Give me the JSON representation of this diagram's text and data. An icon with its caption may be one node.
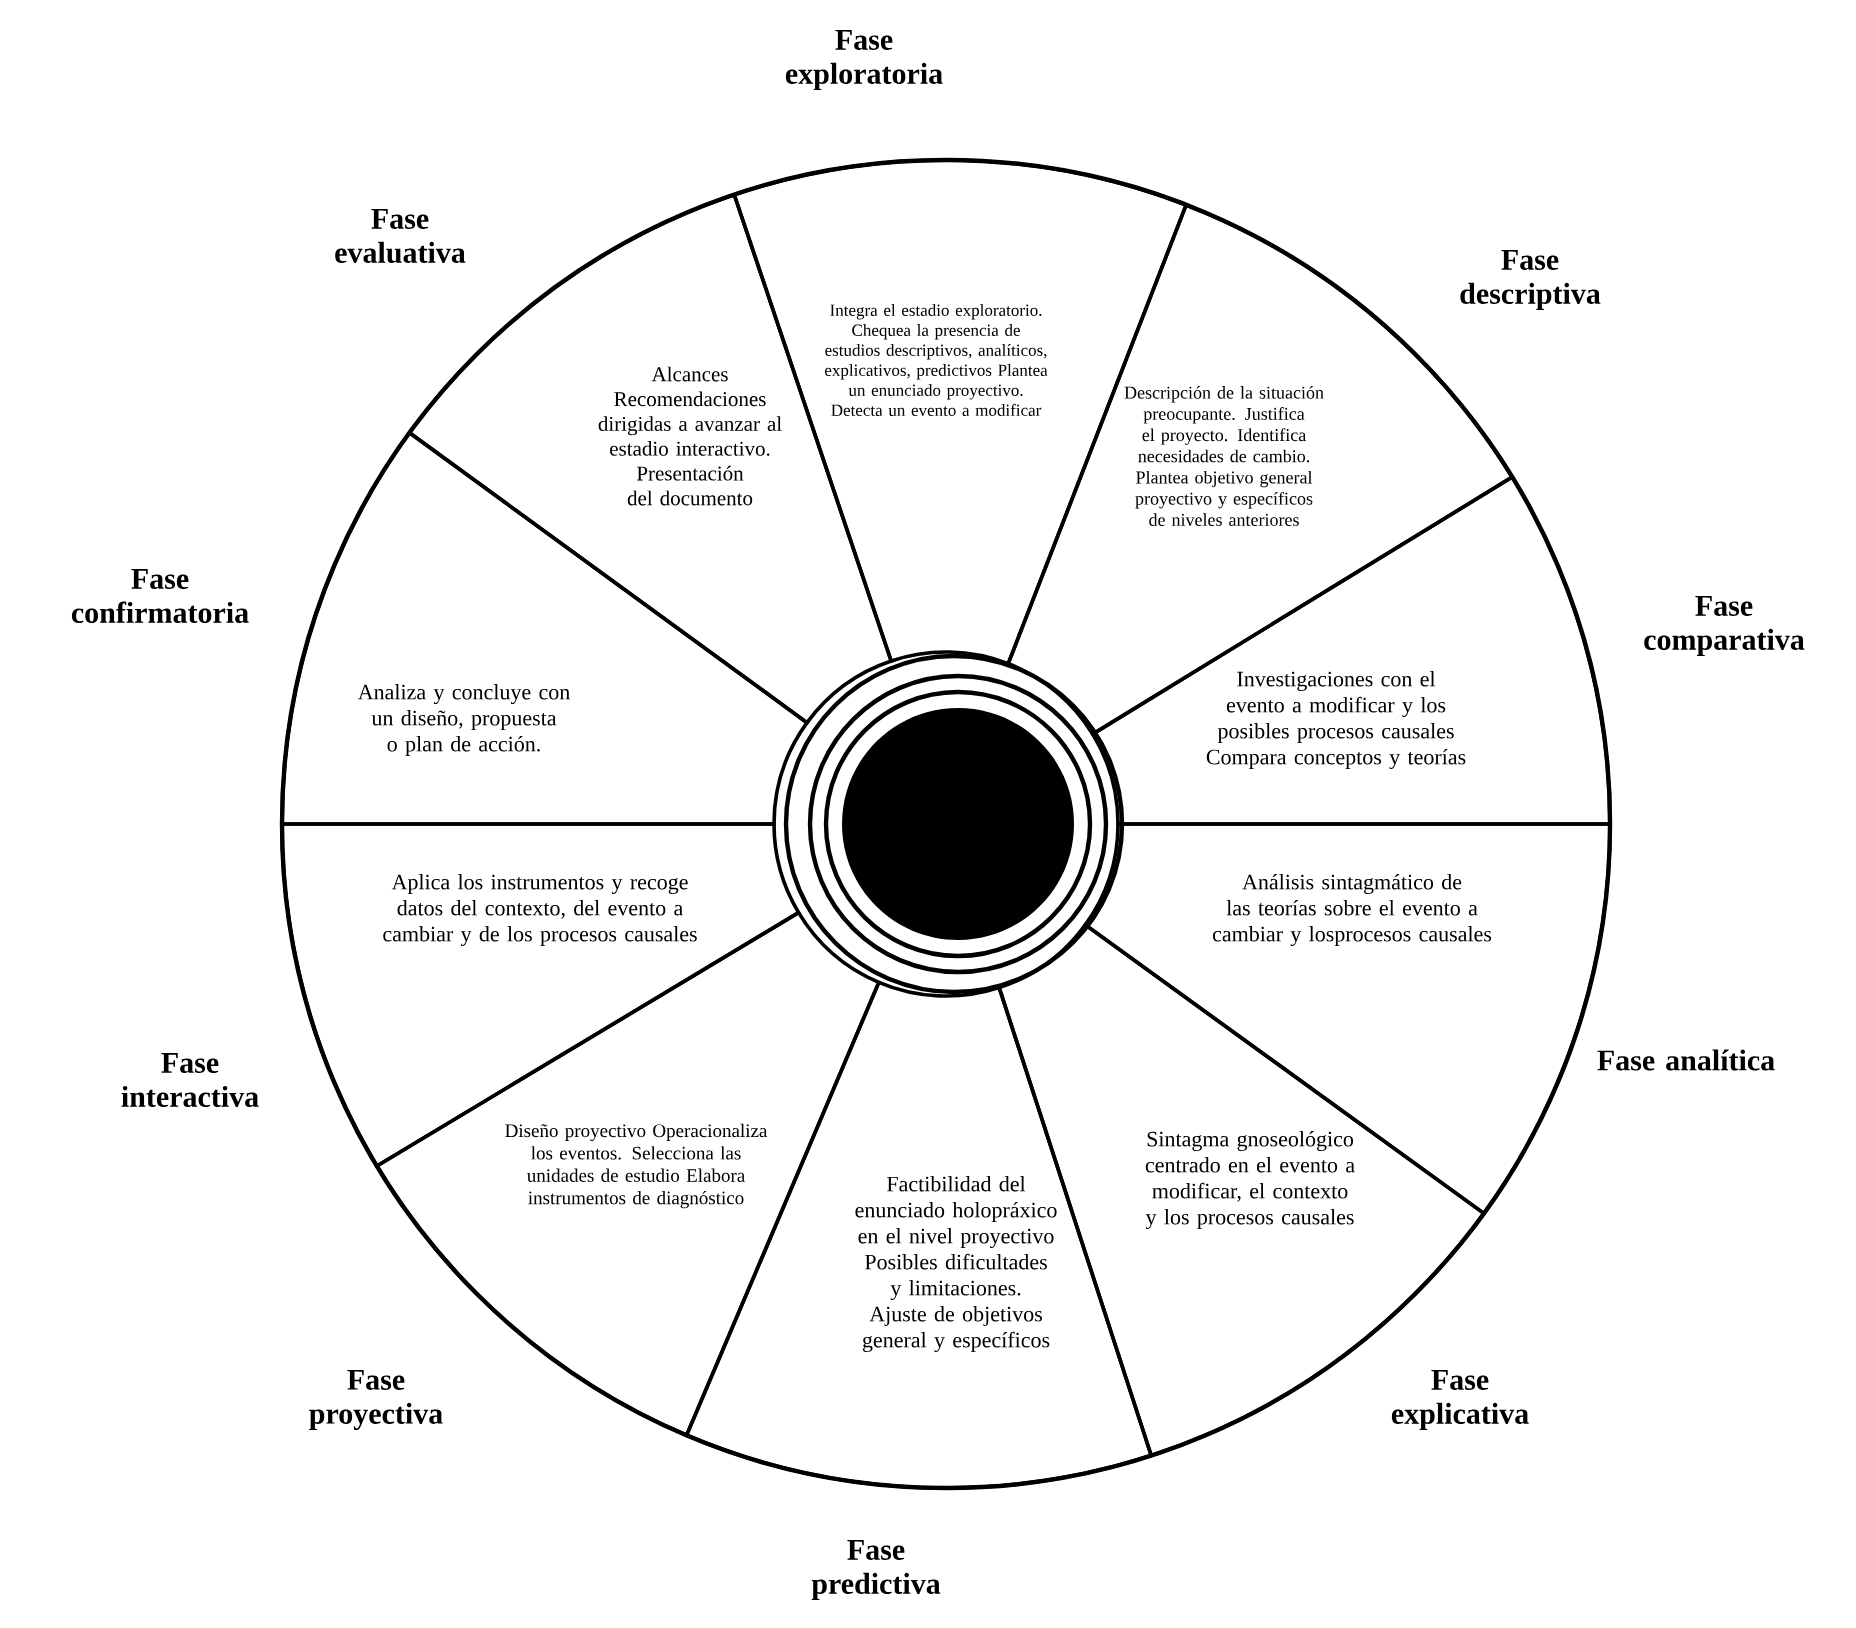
{
  "diagram": {
    "nodes": [
      {
        "text": [
          "Fase exploratoria",
          "Integra el estadio exploratorio. Chequea la presencia de estudios descriptivos, analíticos, explicativos, predictivos Plantea un enunciado proyectivo. Detecta un evento a modificar"
        ]
      },
      {
        "text": [
          "Fase descriptiva",
          "Descripción de la situación preocupante. Justifica el proyecto. Identifica necesidades de cambio. Plantea objetivo general proyectivo y específicos de niveles anteriores"
        ]
      },
      {
        "text": [
          "Fase comparativa",
          "Investigaciones con el evento a modificar y los posibles procesos causales Compara conceptos y teorías"
        ]
      },
      {
        "text": [
          "Fase analítica",
          "Análisis sintagmático de las teorías sobre el evento a cambiar y losprocesos causales"
        ]
      },
      {
        "text": [
          "Fase explicativa",
          "Sintagma gnoseológico centrado en el evento a modificar, el contexto y los procesos causales"
        ]
      },
      {
        "text": [
          "Factibilidad del enunciado holopráxico en el nivel proyectivo Posibles dificultades y limitaciones. Ajuste de objetivos general y específicos",
          "Fase predictiva"
        ]
      },
      {
        "text": [
          "Fase proyectiva",
          "Diseño proyectivo Operacionaliza los eventos. Selecciona las unidades de estudio Elabora instrumentos de diagnóstico"
        ]
      },
      {
        "text": [
          "Fase interactiva",
          "Aplica los instrumentos y recoge datos del contexto, del evento a cambiar y de los procesos causales"
        ]
      },
      {
        "text": [
          "Fase confirmatoria",
          "Analiza y concluye con un diseño, propuesta o plan de acción."
        ]
      },
      {
        "text": [
          "Fase evaluativa",
          "Alcances Recomendaciones dirigidas a avanzar al estadio interactivo. Presentación del documento"
        ]
      }
    ]
  }
}
